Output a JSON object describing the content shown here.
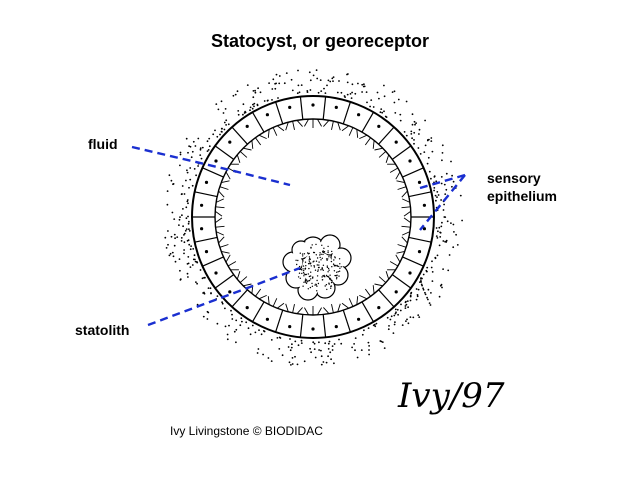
{
  "title": "Statocyst, or georeceptor",
  "labels": {
    "fluid": "fluid",
    "sensory_line1": "sensory",
    "sensory_line2": "epithelium",
    "statolith": "statolith"
  },
  "credit": "Ivy Livingstone © BIODIDAC",
  "signature": "Ivy/97",
  "colors": {
    "leader_lines": "#1a2fd0",
    "ink": "#000000"
  }
}
